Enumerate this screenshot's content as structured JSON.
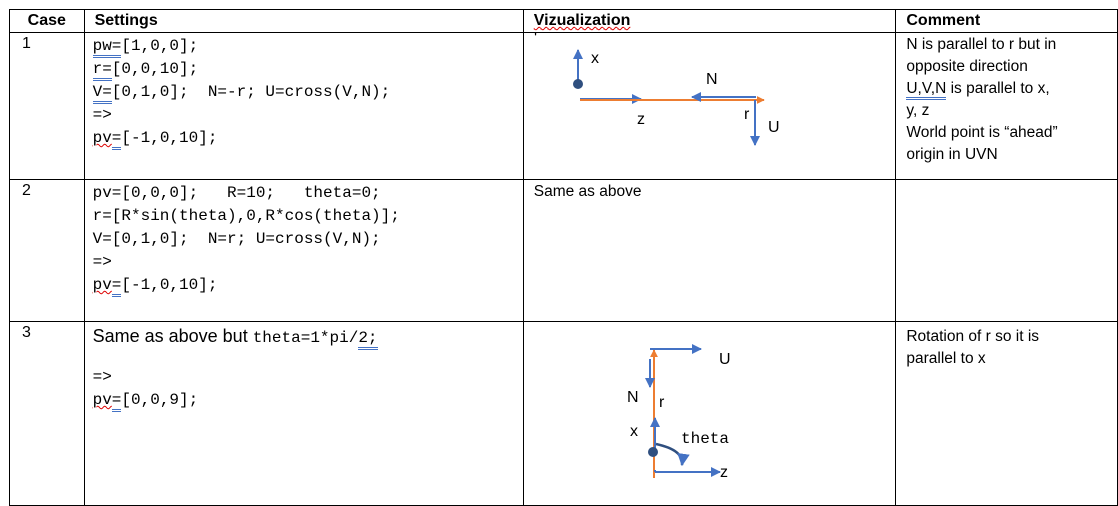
{
  "headers": {
    "case": "Case",
    "settings": "Settings",
    "viz": "Vizualization",
    "comment": "Comment"
  },
  "rows": [
    {
      "case": "1",
      "pw_prefix": "pw=",
      "pw_val": "[1,0,0];",
      "r_prefix": "r=",
      "r_val": "[0,0,10];",
      "v_prefix": "V=",
      "v_val": "[0,1,0];",
      "v_rest": "  N=-r; U=cross(V,N);",
      "arrow": "=>",
      "pv_prefix": "pv",
      "pv_eq": "=",
      "pv_val": "[-1,0,10];",
      "viz_labels": {
        "x": "x",
        "z": "z",
        "N": "N",
        "r": "r",
        "U": "U"
      },
      "comment_lines": [
        "N is parallel to r but in",
        "opposite direction"
      ],
      "comment_uvn": "U,V,N",
      "comment_uvn_rest": " is parallel to x,",
      "comment_more": [
        "y, z",
        "World point is “ahead”",
        "origin in UVN"
      ]
    },
    {
      "case": "2",
      "line1": "pv=[0,0,0];   R=10;   theta=0;",
      "line2": "r=[R*sin(theta),0,R*cos(theta)];",
      "line3": "V=[0,1,0];  N=r; U=cross(V,N);",
      "arrow": "=>",
      "pv_prefix": "pv",
      "pv_eq": "=",
      "pv_val": "[-1,0,10];",
      "viz_text": "Same as above",
      "comment": ""
    },
    {
      "case": "3",
      "lead": "Same as above but ",
      "code": "theta=1*pi/",
      "code_ul": "2;",
      "arrow": "=>",
      "pv_prefix": "pv",
      "pv_eq": "=",
      "pv_val": "[0,0,9];",
      "viz_labels": {
        "U": "U",
        "N": "N",
        "r": "r",
        "x": "x",
        "theta": "theta",
        "z": "z"
      },
      "comment_lines": [
        "Rotation of r so it is",
        "parallel to x"
      ]
    }
  ],
  "colors": {
    "blue": "#4472c4",
    "orange": "#ed7d31",
    "dark": "#2f4f7f"
  }
}
